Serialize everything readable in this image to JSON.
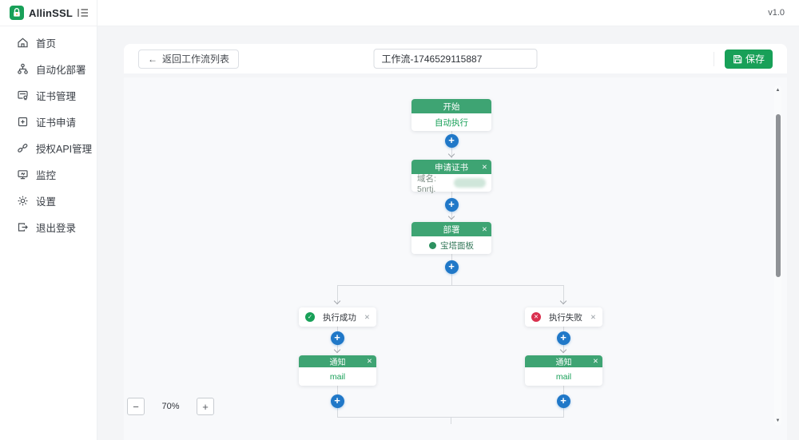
{
  "app": {
    "name": "AllinSSL",
    "version": "v1.0"
  },
  "icons": {
    "close": "✕",
    "plus": "+",
    "check": "✓",
    "cross": "✕",
    "back_arrow": "←",
    "minus": "−",
    "zoom_plus": "+",
    "scroll_up": "▲",
    "scroll_down": "▼"
  },
  "sidebar": {
    "items": [
      {
        "label": "首页"
      },
      {
        "label": "自动化部署"
      },
      {
        "label": "证书管理"
      },
      {
        "label": "证书申请"
      },
      {
        "label": "授权API管理"
      },
      {
        "label": "监控"
      },
      {
        "label": "设置"
      },
      {
        "label": "退出登录"
      }
    ]
  },
  "toolbar": {
    "back_label": "返回工作流列表",
    "title_value": "工作流-1746529115887",
    "save_label": "保存"
  },
  "canvas": {
    "zoom_level": "70%",
    "nodes": {
      "start": {
        "title": "开始",
        "body": "自动执行"
      },
      "apply": {
        "title": "申请证书",
        "body_label": "域名: 5nrtj."
      },
      "deploy": {
        "title": "部署",
        "body": "宝塔面板"
      },
      "success": {
        "label": "执行成功"
      },
      "fail": {
        "label": "执行失败"
      },
      "notify_success": {
        "title": "通知",
        "body": "mail"
      },
      "notify_fail": {
        "title": "通知",
        "body": "mail"
      }
    }
  },
  "colors": {
    "primary_green": "#18a058",
    "node_header_green": "#3ea473",
    "connector_blue": "#2078c8",
    "fail_red": "#d9304e"
  }
}
